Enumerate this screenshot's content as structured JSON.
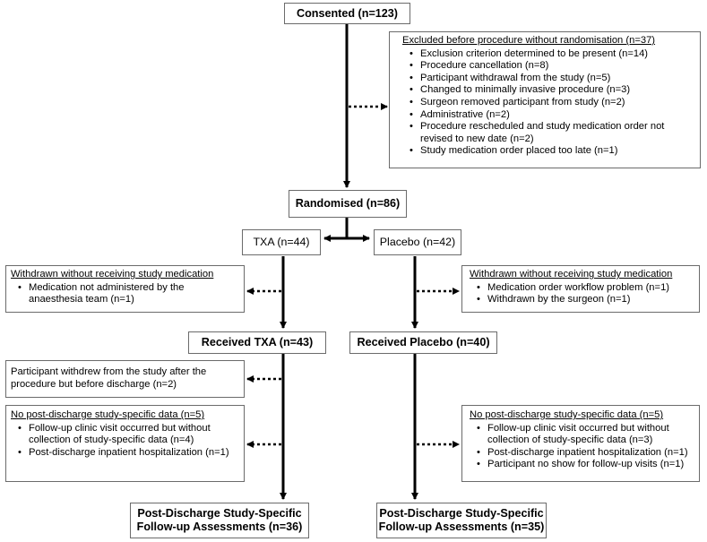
{
  "consented": "Consented (n=123)",
  "excluded": {
    "heading": "Excluded before procedure without randomisation (n=37)",
    "items": [
      "Exclusion criterion determined to be present (n=14)",
      "Procedure cancellation (n=8)",
      "Participant withdrawal from the study (n=5)",
      "Changed to minimally invasive procedure (n=3)",
      "Surgeon removed participant from study (n=2)",
      "Administrative (n=2)",
      "Procedure rescheduled and study medication order not revised to new date (n=2)",
      "Study medication order placed too late (n=1)"
    ]
  },
  "randomised": "Randomised (n=86)",
  "txa": "TXA (n=44)",
  "placebo": "Placebo (n=42)",
  "withdrawn_txa": {
    "heading": "Withdrawn without receiving study medication",
    "items": [
      "Medication not administered  by the anaesthesia team (n=1)"
    ]
  },
  "withdrawn_placebo": {
    "heading": "Withdrawn without receiving study medication",
    "items": [
      "Medication order workflow problem (n=1)",
      "Withdrawn by the surgeon (n=1)"
    ]
  },
  "received_txa": "Received TXA (n=43)",
  "received_placebo": "Received Placebo (n=40)",
  "withdrew_after": "Participant withdrew from the study after the procedure but before discharge (n=2)",
  "no_data_txa": {
    "heading": "No post-discharge study-specific data (n=5)",
    "items": [
      "Follow-up clinic visit occurred but without collection of study-specific data (n=4)",
      "Post-discharge inpatient hospitalization (n=1)"
    ]
  },
  "no_data_placebo": {
    "heading": "No post-discharge study-specific data (n=5)",
    "items": [
      "Follow-up clinic visit occurred but without collection of study-specific data (n=3)",
      "Post-discharge inpatient hospitalization (n=1)",
      "Participant no show for follow-up visits (n=1)"
    ]
  },
  "followup_txa": [
    "Post-Discharge Study-Specific",
    "Follow-up Assessments (n=36)"
  ],
  "followup_placebo": [
    "Post-Discharge Study-Specific",
    "Follow-up Assessments (n=35)"
  ]
}
